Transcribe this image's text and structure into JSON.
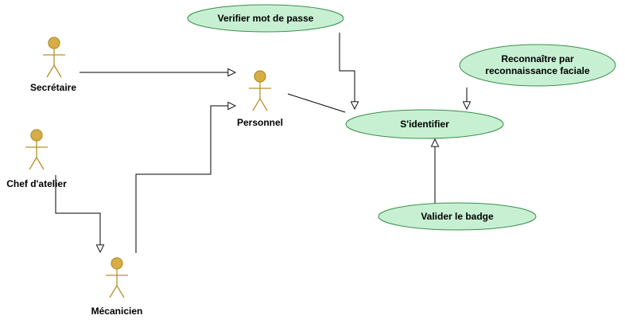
{
  "colors": {
    "usecase_fill": "#c7f0d2",
    "usecase_stroke": "#3a8f4c",
    "actor_stroke": "#b8902a",
    "actor_head": "#d6ae45",
    "line": "#000000"
  },
  "actors": {
    "secretaire": {
      "label": "Secrétaire"
    },
    "chef_atelier": {
      "label": "Chef d'atelier"
    },
    "personnel": {
      "label": "Personnel"
    },
    "mecanicien": {
      "label": "Mécanicien"
    }
  },
  "use_cases": {
    "verifier": {
      "lines": [
        "Verifier mot de passe"
      ]
    },
    "reconnaitre": {
      "lines": [
        "Reconnaître par",
        "reconnaissance faciale"
      ]
    },
    "identifier": {
      "lines": [
        "S'identifier"
      ]
    },
    "badge": {
      "lines": [
        "Valider le badge"
      ]
    }
  }
}
